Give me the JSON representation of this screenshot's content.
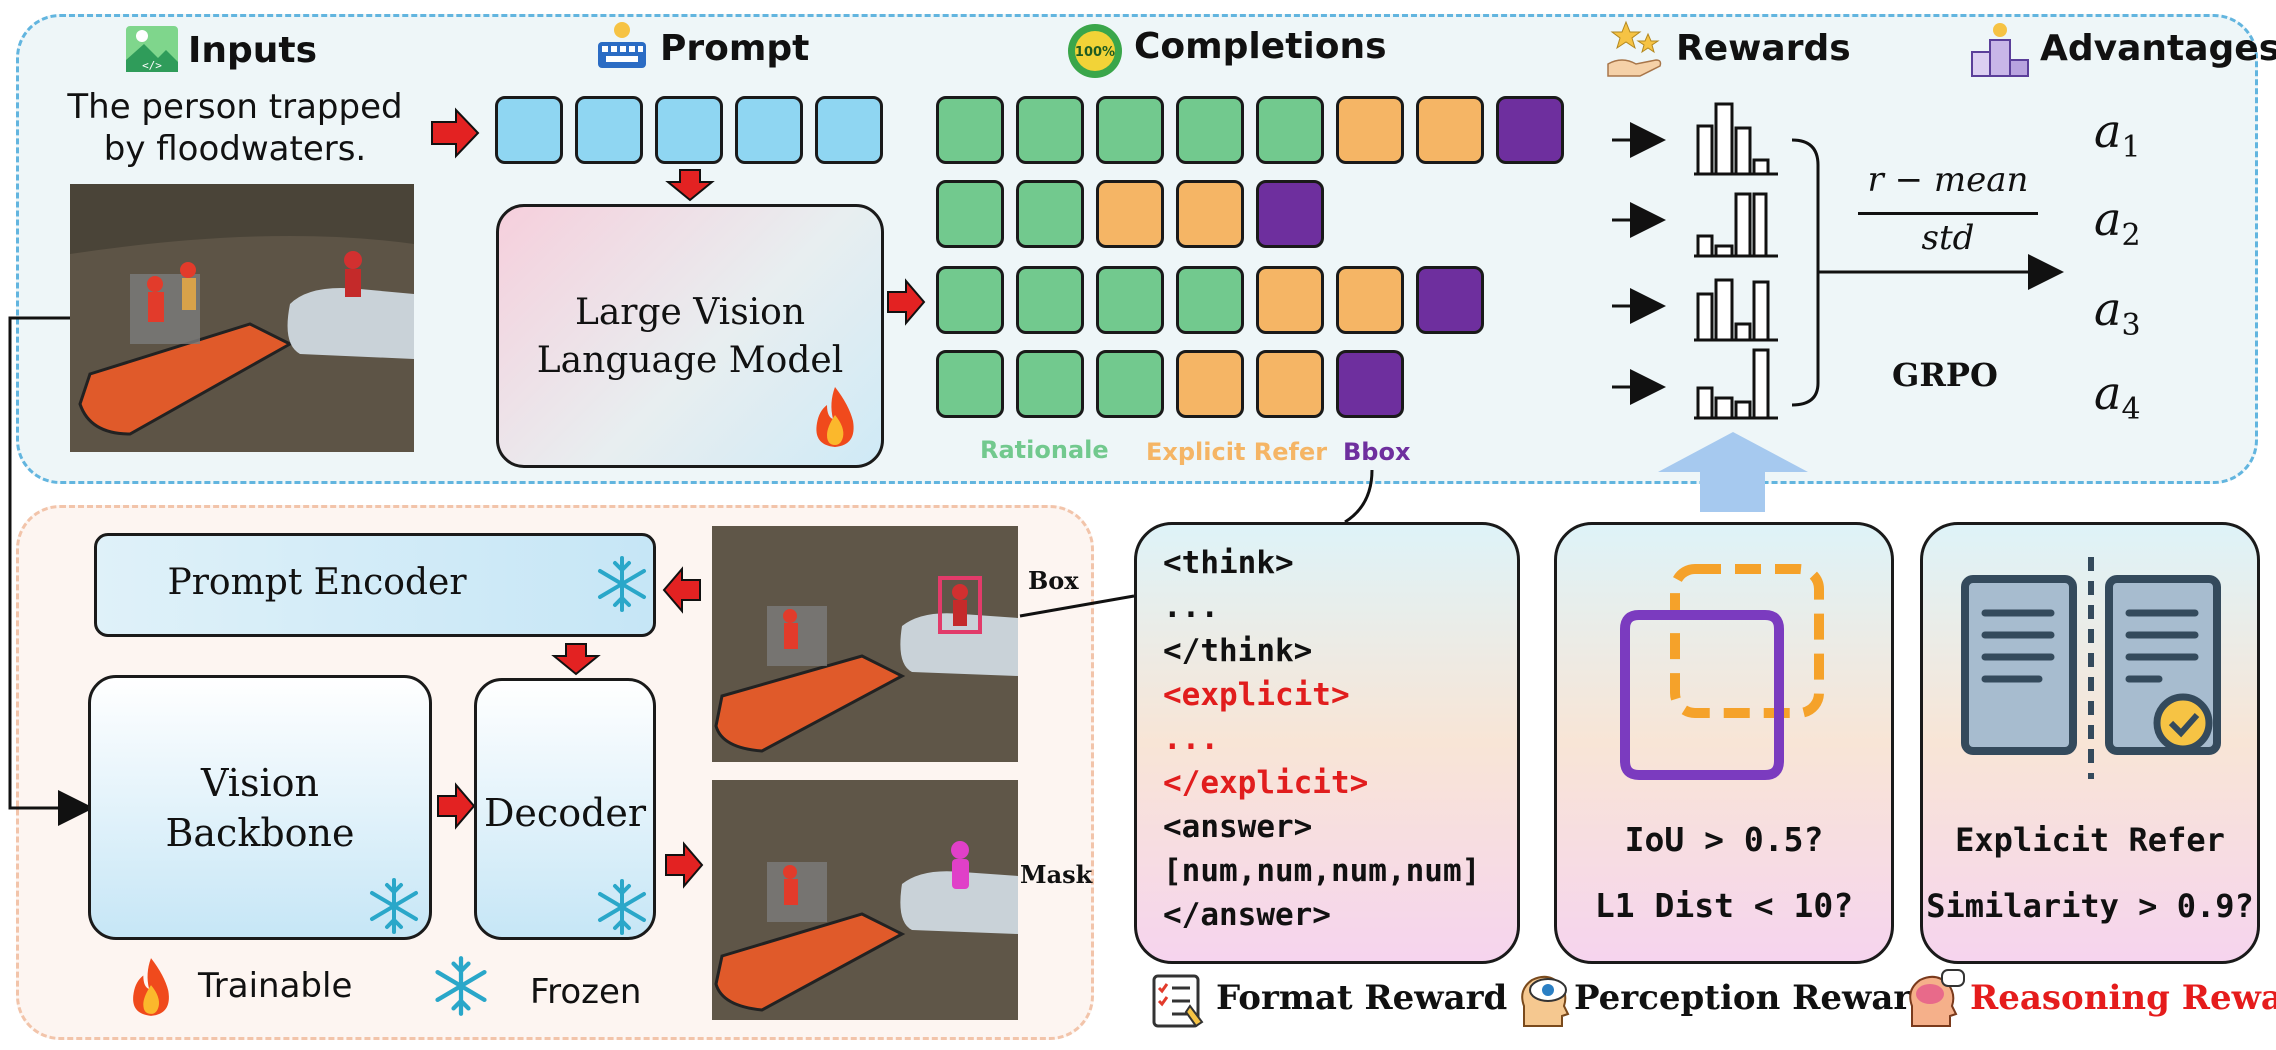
{
  "headers": {
    "inputs": "Inputs",
    "prompt": "Prompt",
    "completions": "Completions",
    "rewards": "Rewards",
    "advantages": "Advantages"
  },
  "inputs": {
    "text_line1": "The person  trapped",
    "text_line2": "by floodwaters."
  },
  "model": {
    "line1": "Large Vision",
    "line2": "Language Model"
  },
  "legend": {
    "rationale": "Rationale",
    "explicit_refer": "Explicit Refer",
    "bbox": "Bbox"
  },
  "formula": {
    "numerator": "r − mean",
    "denominator": "std",
    "method": "GRPO"
  },
  "advantages": [
    "a",
    "a",
    "a",
    "a"
  ],
  "advantage_subscripts": [
    "1",
    "2",
    "3",
    "4"
  ],
  "seg": {
    "prompt_encoder": "Prompt Encoder",
    "vision_line1": "Vision",
    "vision_line2": "Backbone",
    "decoder": "Decoder",
    "box_label": "Box",
    "mask_label": "Mask",
    "trainable": "Trainable",
    "frozen": "Frozen"
  },
  "format_code": {
    "l1": "<think>",
    "l2": "...",
    "l3": "</think>",
    "l4": "<explicit>",
    "l5": "...",
    "l6": "</explicit>",
    "l7": "<answer>",
    "l8": "[num,num,num,num]",
    "l9": "</answer>"
  },
  "perception": {
    "iou": "IoU > 0.5?",
    "l1": "L1 Dist < 10?"
  },
  "reasoning": {
    "line1": "Explicit Refer",
    "line2": "Similarity > 0.9?"
  },
  "reward_labels": {
    "format": "Format Reward",
    "perception": "Perception Reward",
    "reasoning": "Reasoning Reward"
  },
  "colors": {
    "token_blue": "#8fd6f2",
    "rationale_green": "#72c98e",
    "explicit_orange": "#f5b565",
    "bbox_purple": "#6e2f9e",
    "arrow_red": "#e32222",
    "code_red": "#e11d1d",
    "panel_border_blue": "#62b5df",
    "panel_border_peach": "#f2c4aa",
    "reasoning_red": "#e51c1c"
  },
  "icons": [
    "image-icon",
    "keyboard-icon",
    "percent-badge-icon",
    "stars-hand-icon",
    "podium-icon",
    "fire-icon",
    "snowflake-icon",
    "checklist-icon",
    "eye-head-icon",
    "brain-head-icon",
    "bbox-square-icon",
    "document-compare-icon"
  ]
}
